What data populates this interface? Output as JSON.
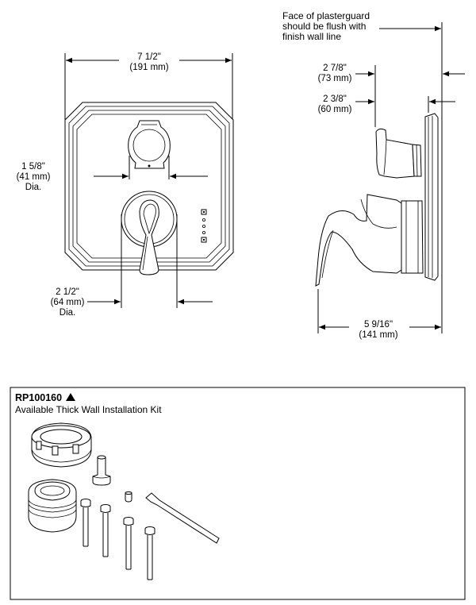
{
  "front_view": {
    "width_dim": {
      "imperial": "7 1/2\"",
      "metric": "(191 mm)"
    },
    "diverter_dim": {
      "imperial": "1 5/8\"",
      "metric": "(41 mm)",
      "suffix": "Dia."
    },
    "handle_dim": {
      "imperial": "2 1/2\"",
      "metric": "(64 mm)",
      "suffix": "Dia."
    }
  },
  "side_view": {
    "note_lines": [
      "Face of plasterguard",
      "should be flush with",
      "finish wall line"
    ],
    "dim_a": {
      "imperial": "2 7/8\"",
      "metric": "(73 mm)"
    },
    "dim_b": {
      "imperial": "2 3/8\"",
      "metric": "(60 mm)"
    },
    "dim_depth": {
      "imperial": "5 9/16\"",
      "metric": "(141 mm)"
    }
  },
  "kit": {
    "part_number": "RP100160",
    "marker": "triangle",
    "description": "Available Thick Wall Installation Kit"
  }
}
